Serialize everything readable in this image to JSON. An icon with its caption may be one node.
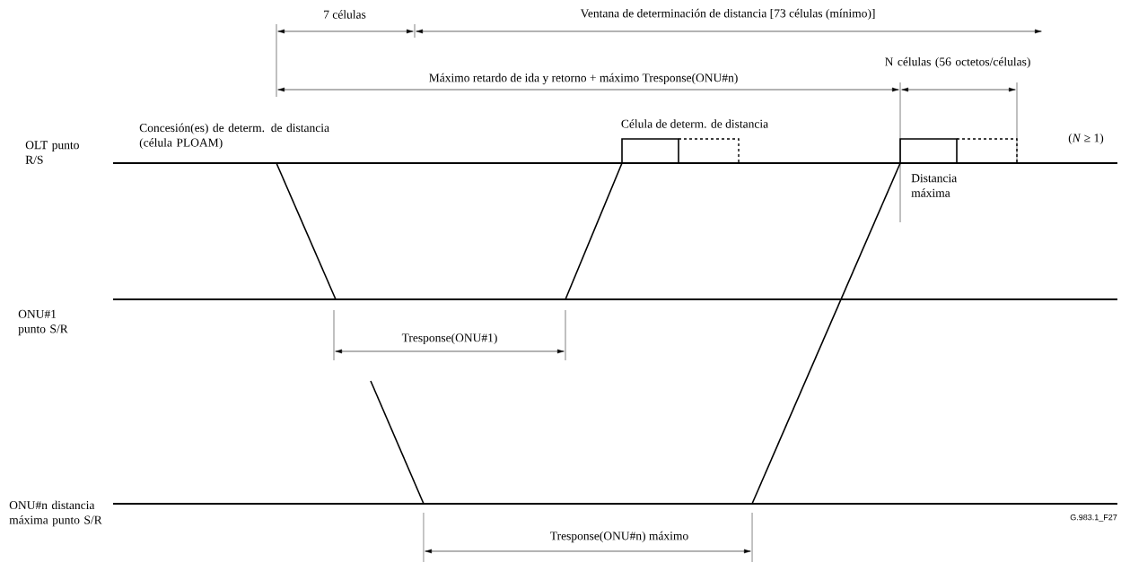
{
  "diagram": {
    "labels": [
      "7 células",
      "Ventana de determinación de distancia [73 células (mínimo)]",
      "Máximo retardo de ida y retorno + máximo Tresponse(ONU#n)",
      "N células (56 octetos/células)",
      "(*N* ≥ 1)",
      "Concesión(es) de determ. de distancia (célula PLOAM)",
      "Célula de determ. de distancia",
      "OLT punto R/S",
      "Distancia máxima",
      "ONU#1 punto S/R",
      "Tresponse(ONU#1)",
      "ONU#n distancia máxima punto S/R",
      "Tresponse(ONU#n) máximo",
      "G.983.1_F27"
    ]
  }
}
